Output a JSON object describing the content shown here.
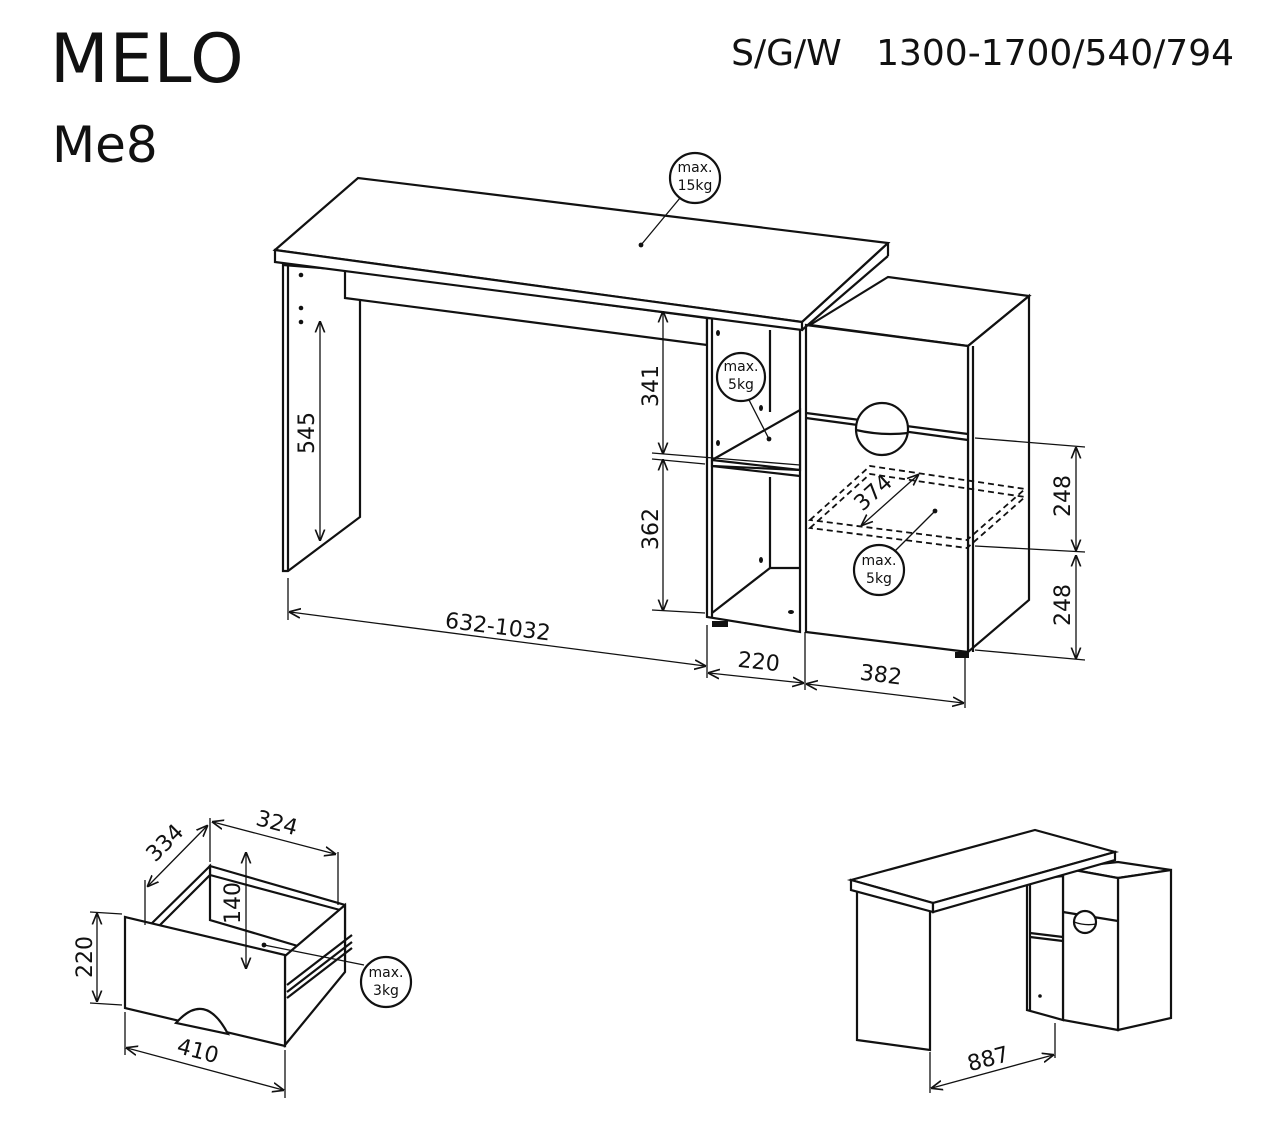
{
  "header": {
    "title": "MELO",
    "model": "Me8",
    "dimensions_label": "S/G/W   1300-1700/540/794"
  },
  "main_view": {
    "desk_load": {
      "line1": "max.",
      "line2": "15kg"
    },
    "shelf_load": {
      "line1": "max.",
      "line2": "5kg"
    },
    "drawer_inside_load": {
      "line1": "max.",
      "line2": "5kg"
    },
    "height_leg": "545",
    "shelf_upper": "341",
    "shelf_lower": "362",
    "width_desk": "632-1032",
    "width_shelf": "220",
    "width_cabinet": "382",
    "drawer_depth": "374",
    "drawer_height_upper": "248",
    "drawer_height_lower": "248"
  },
  "drawer_view": {
    "depth": "334",
    "width_inner": "324",
    "inner_height": "140",
    "front_height": "220",
    "front_width": "410",
    "load": {
      "line1": "max.",
      "line2": "3kg"
    }
  },
  "corner_view": {
    "depth": "887"
  },
  "colors": {
    "line": "#111111",
    "background": "#ffffff"
  }
}
